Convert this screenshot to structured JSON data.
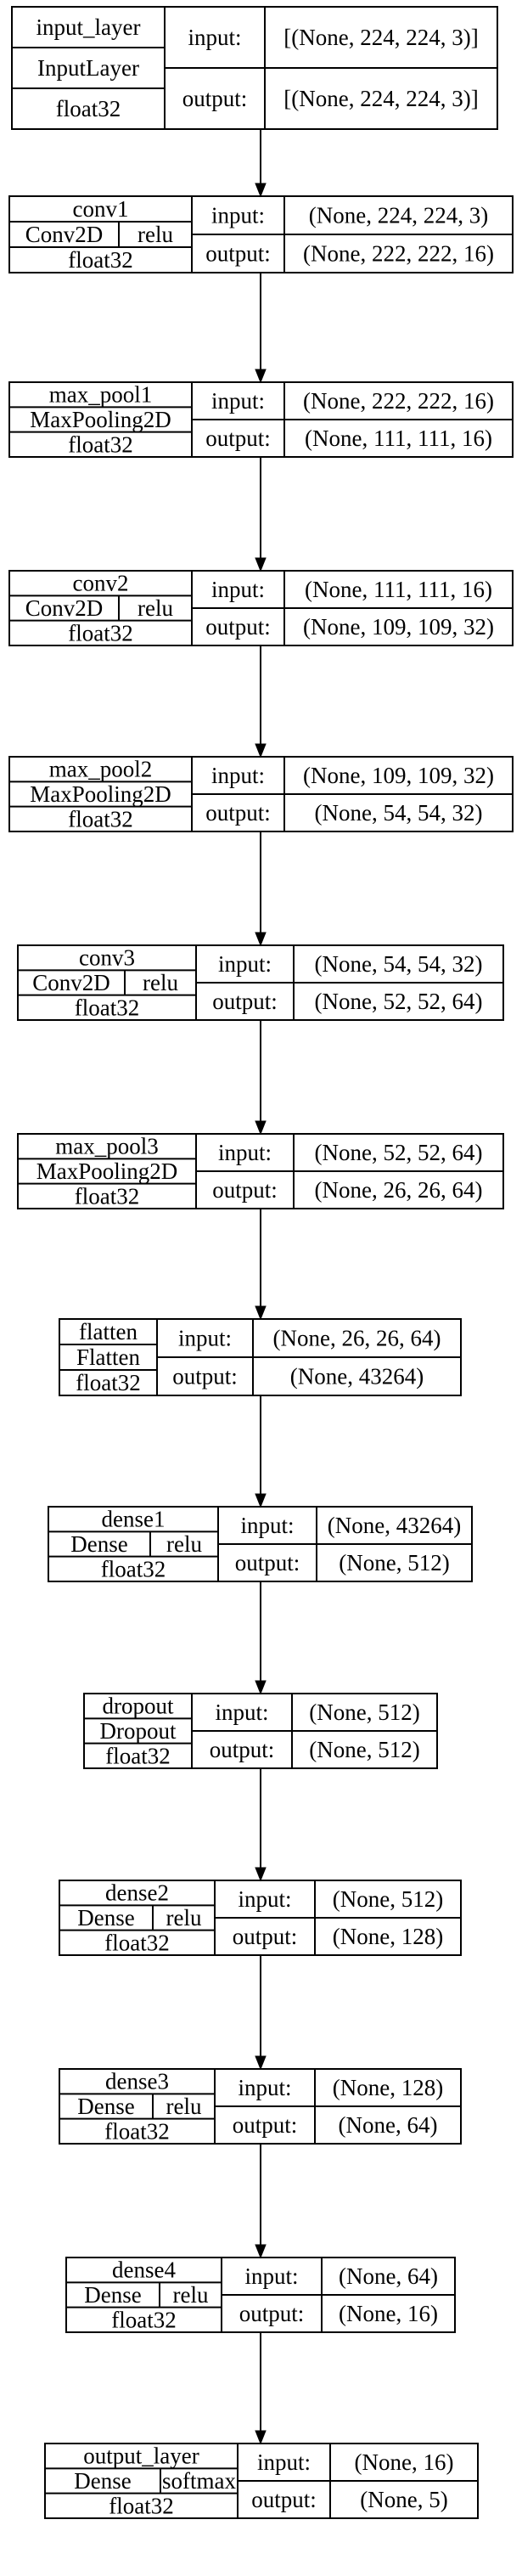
{
  "labels": {
    "input": "input:",
    "output": "output:"
  },
  "layers": [
    {
      "name": "input_layer",
      "type": "InputLayer",
      "activation": "",
      "dtype": "float32",
      "input_shape": "[(None, 224, 224, 3)]",
      "output_shape": "[(None, 224, 224, 3)]"
    },
    {
      "name": "conv1",
      "type": "Conv2D",
      "activation": "relu",
      "dtype": "float32",
      "input_shape": "(None, 224, 224, 3)",
      "output_shape": "(None, 222, 222, 16)"
    },
    {
      "name": "max_pool1",
      "type": "MaxPooling2D",
      "activation": "",
      "dtype": "float32",
      "input_shape": "(None, 222, 222, 16)",
      "output_shape": "(None, 111, 111, 16)"
    },
    {
      "name": "conv2",
      "type": "Conv2D",
      "activation": "relu",
      "dtype": "float32",
      "input_shape": "(None, 111, 111, 16)",
      "output_shape": "(None, 109, 109, 32)"
    },
    {
      "name": "max_pool2",
      "type": "MaxPooling2D",
      "activation": "",
      "dtype": "float32",
      "input_shape": "(None, 109, 109, 32)",
      "output_shape": "(None, 54, 54, 32)"
    },
    {
      "name": "conv3",
      "type": "Conv2D",
      "activation": "relu",
      "dtype": "float32",
      "input_shape": "(None, 54, 54, 32)",
      "output_shape": "(None, 52, 52, 64)"
    },
    {
      "name": "max_pool3",
      "type": "MaxPooling2D",
      "activation": "",
      "dtype": "float32",
      "input_shape": "(None, 52, 52, 64)",
      "output_shape": "(None, 26, 26, 64)"
    },
    {
      "name": "flatten",
      "type": "Flatten",
      "activation": "",
      "dtype": "float32",
      "input_shape": "(None, 26, 26, 64)",
      "output_shape": "(None, 43264)"
    },
    {
      "name": "dense1",
      "type": "Dense",
      "activation": "relu",
      "dtype": "float32",
      "input_shape": "(None, 43264)",
      "output_shape": "(None, 512)"
    },
    {
      "name": "dropout",
      "type": "Dropout",
      "activation": "",
      "dtype": "float32",
      "input_shape": "(None, 512)",
      "output_shape": "(None, 512)"
    },
    {
      "name": "dense2",
      "type": "Dense",
      "activation": "relu",
      "dtype": "float32",
      "input_shape": "(None, 512)",
      "output_shape": "(None, 128)"
    },
    {
      "name": "dense3",
      "type": "Dense",
      "activation": "relu",
      "dtype": "float32",
      "input_shape": "(None, 128)",
      "output_shape": "(None, 64)"
    },
    {
      "name": "dense4",
      "type": "Dense",
      "activation": "relu",
      "dtype": "float32",
      "input_shape": "(None, 64)",
      "output_shape": "(None, 16)"
    },
    {
      "name": "output_layer",
      "type": "Dense",
      "activation": "softmax",
      "dtype": "float32",
      "input_shape": "(None, 16)",
      "output_shape": "(None, 5)"
    }
  ]
}
